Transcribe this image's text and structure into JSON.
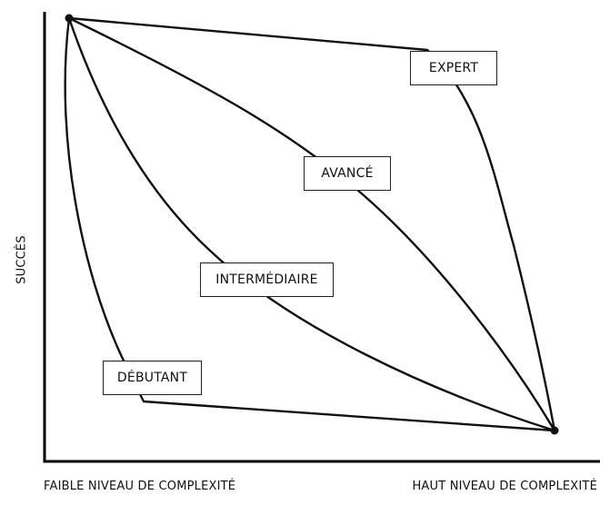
{
  "axes": {
    "y_label": "SUCCÈS",
    "x_label_low": "FAIBLE NIVEAU DE COMPLEXITÉ",
    "x_label_high": "HAUT NIVEAU DE COMPLEXITÉ"
  },
  "levels": [
    {
      "id": "expert",
      "label": "EXPERT"
    },
    {
      "id": "avance",
      "label": "AVANCÉ"
    },
    {
      "id": "intermediaire",
      "label": "INTERMÉDIAIRE"
    },
    {
      "id": "debutant",
      "label": "DÉBUTANT"
    }
  ],
  "colors": {
    "line": "#111111",
    "axis": "#000000",
    "label_border": "#222222",
    "background": "#ffffff"
  }
}
